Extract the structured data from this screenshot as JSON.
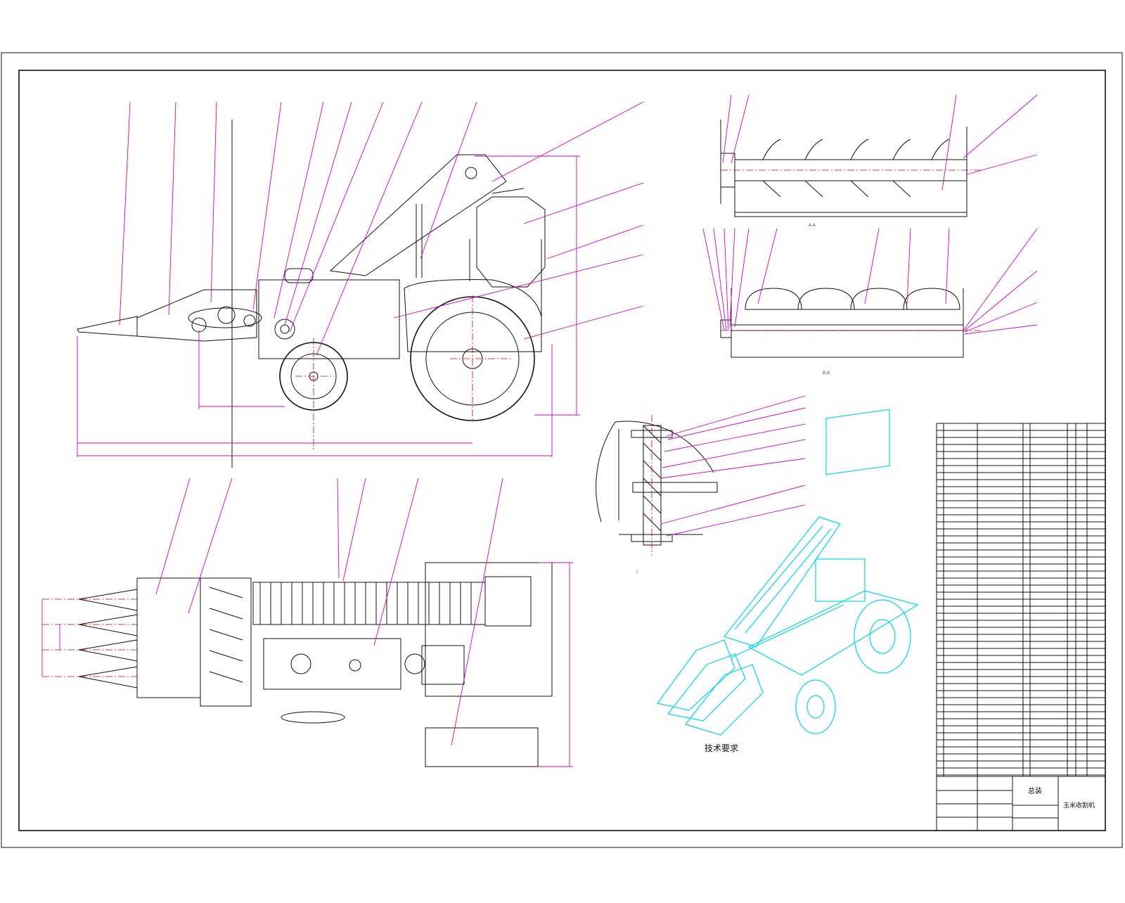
{
  "technical_requirements": {
    "title": "技术要求",
    "items": [
      "",
      "",
      "",
      "",
      "",
      ""
    ]
  },
  "title_block": {
    "drawing_title": "玉米收割机",
    "assembly_label": "总装"
  },
  "colors": {
    "drawing_lines": "#111111",
    "leader_lines": "#d000d0",
    "center_lines": "#d80000",
    "iso_view": "#00d8e8",
    "notes_text": "#33b833"
  }
}
